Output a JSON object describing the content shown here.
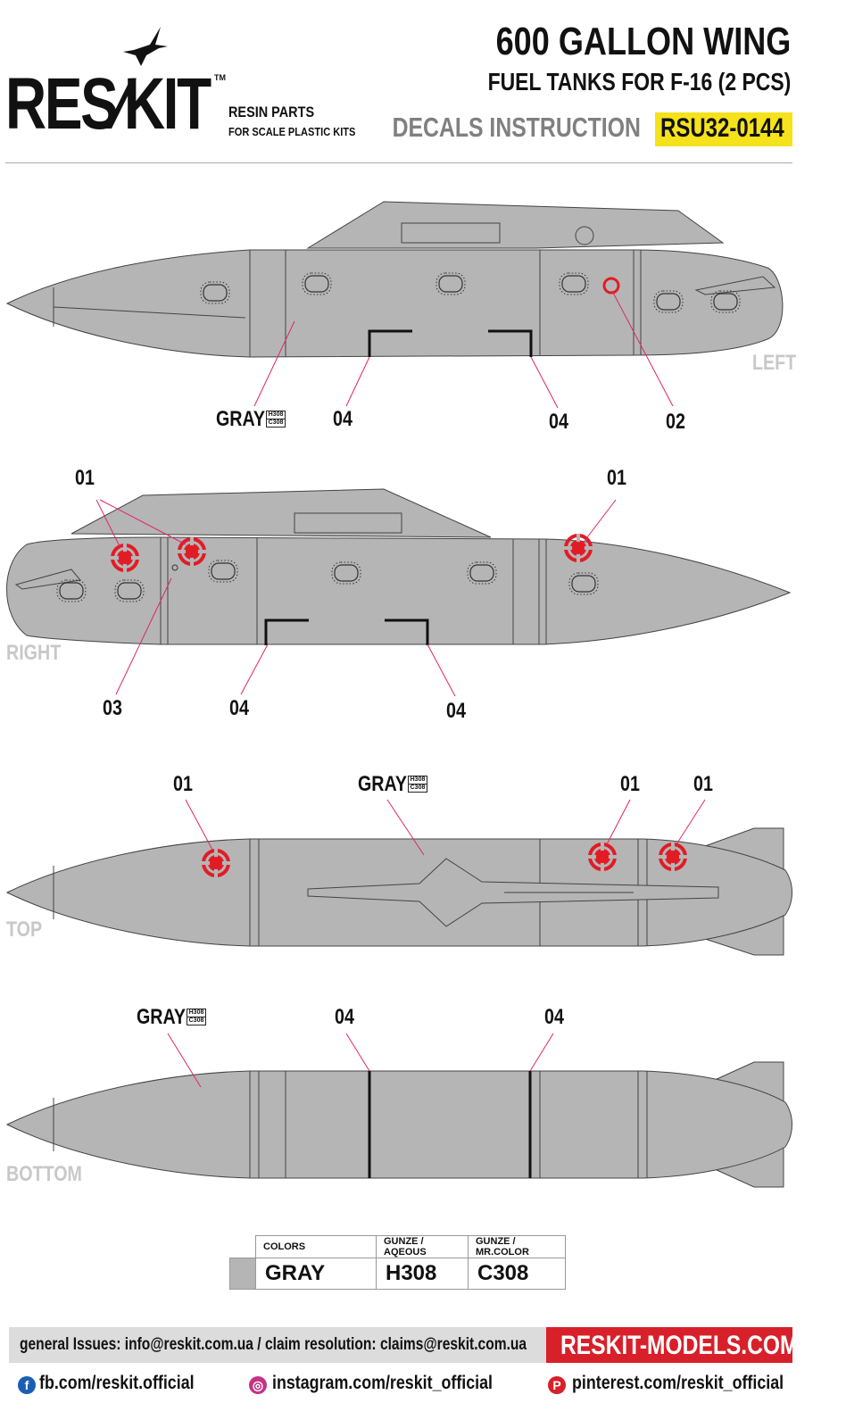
{
  "header": {
    "logo_text": "RES∕KIT",
    "logo_tm": "TM",
    "resin_parts": "RESIN PARTS",
    "scale_kits": "FOR SCALE PLASTIC KITS",
    "title_line1": "600 GALLON WING",
    "title_line2": "FUEL TANKS FOR F-16 (2 PCS)",
    "subtitle": "DECALS INSTRUCTION",
    "code": "RSU32-0144"
  },
  "views": {
    "left": "LEFT",
    "right": "RIGHT",
    "top": "TOP",
    "bottom": "BOTTOM"
  },
  "callouts": {
    "c01": "01",
    "c02": "02",
    "c03": "03",
    "c04": "04",
    "gray": "GRAY",
    "chip_top": "H308",
    "chip_bottom": "C308"
  },
  "color_table": {
    "headers": [
      "COLORS",
      "GUNZE / AQEOUS",
      "GUNZE / MR.COLOR"
    ],
    "rows": [
      {
        "name": "GRAY",
        "aqueous": "H308",
        "mrcolor": "C308"
      }
    ]
  },
  "footer": {
    "contact": "general Issues: info@reskit.com.ua / claim resolution: claims@reskit.com.ua",
    "website": "RESKIT-MODELS.COM",
    "facebook": "fb.com/reskit.official",
    "instagram": "instagram.com/reskit_official",
    "pinterest": "pinterest.com/reskit_official"
  },
  "colors": {
    "tank_gray": "#b5b5b5",
    "marking_red": "#e11c26",
    "badge_yellow": "#f5e21b",
    "footer_red": "#d8202a"
  }
}
